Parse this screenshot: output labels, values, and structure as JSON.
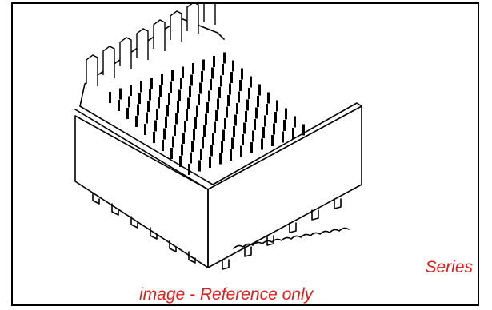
{
  "caption": {
    "line1": "Series",
    "line2": "image - Reference only",
    "color": "#e0201c"
  },
  "drawing": {
    "subject": "connector-housing-line-drawing",
    "stroke_color": "#000000"
  }
}
